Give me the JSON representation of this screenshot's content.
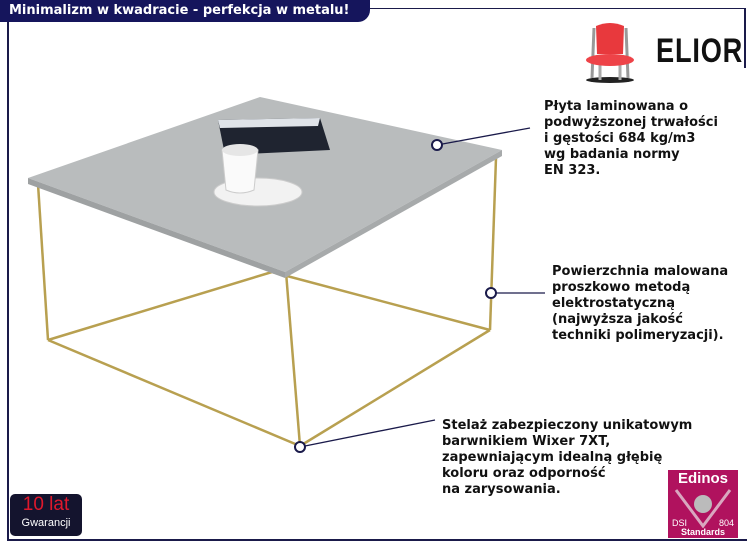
{
  "header": {
    "title": "Minimalizm w kwadracie - perfekcja w metalu!"
  },
  "brand": {
    "name": "ELIOR"
  },
  "callouts": [
    {
      "lines": [
        "Płyta laminowana o",
        "podwyższonej trwałości",
        "i gęstości 684 kg/m3",
        "wg badania normy",
        "EN 323."
      ]
    },
    {
      "lines": [
        "Powierzchnia malowana",
        "proszkowo metodą",
        "elektrostatyczną",
        "(najwyższa jakość",
        "techniki polimeryzacji)."
      ]
    },
    {
      "lines": [
        "Stelaż zabezpieczony unikatowym",
        "barwnikiem Wixer 7XT,",
        "zapewniającym idealną głębię",
        "koloru oraz odporność",
        "na zarysowania."
      ]
    }
  ],
  "warranty": {
    "years": "10 lat",
    "label": "Gwarancji"
  },
  "certification": {
    "name": "Edinos",
    "left": "DSI",
    "right": "804",
    "bottom": "Standards"
  },
  "colors": {
    "navy": "#15155c",
    "gold": "#b8a050",
    "concrete": "#b9bcbd",
    "magenta": "#b0125e"
  }
}
